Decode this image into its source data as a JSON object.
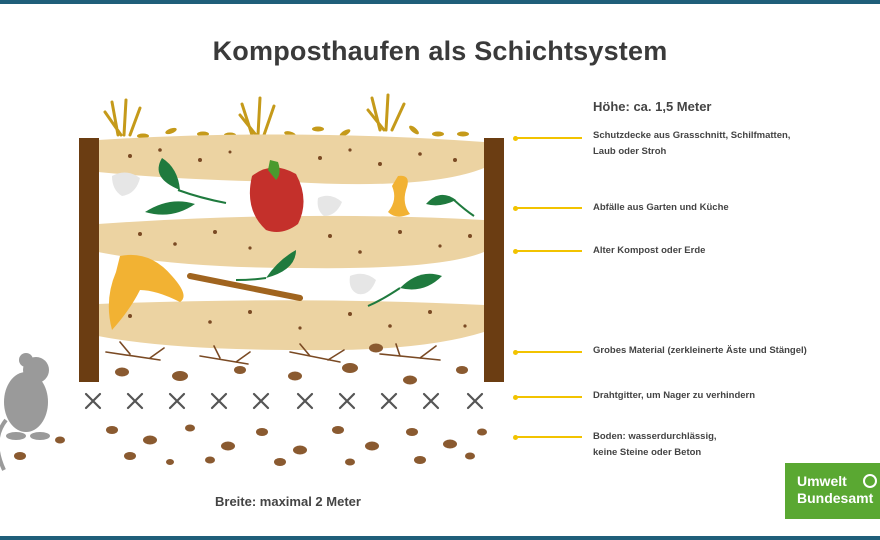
{
  "title": "Komposthaufen als Schichtsystem",
  "height_label": "Höhe: ca. 1,5 Meter",
  "width_label": "Breite: maximal 2 Meter",
  "callouts": [
    {
      "line1": "Schutzdecke aus Grasschnitt, Schilfmatten,",
      "line2": "Laub oder Stroh"
    },
    {
      "line1": "Abfälle aus Garten und Küche",
      "line2": ""
    },
    {
      "line1": "Alter Kompost oder Erde",
      "line2": ""
    },
    {
      "line1": "Grobes Material (zerkleinerte Äste und Stängel)",
      "line2": ""
    },
    {
      "line1": "Drahtgitter, um Nager zu verhindern",
      "line2": ""
    },
    {
      "line1": "Boden: wasserdurchlässig,",
      "line2": "keine Steine oder Beton"
    }
  ],
  "logo": {
    "line1": "Umwelt",
    "line2": "Bundesamt"
  },
  "colors": {
    "accent": "#f2c300",
    "frame": "#1f5f7a",
    "wood": "#6b3d12",
    "compost_layer": "#ecd3a2",
    "soil_particle": "#7a4a24",
    "grass": "#c59a1a",
    "leaf": "#1f7a3e",
    "pepper": "#c4302b",
    "logo": "#5aa832"
  }
}
